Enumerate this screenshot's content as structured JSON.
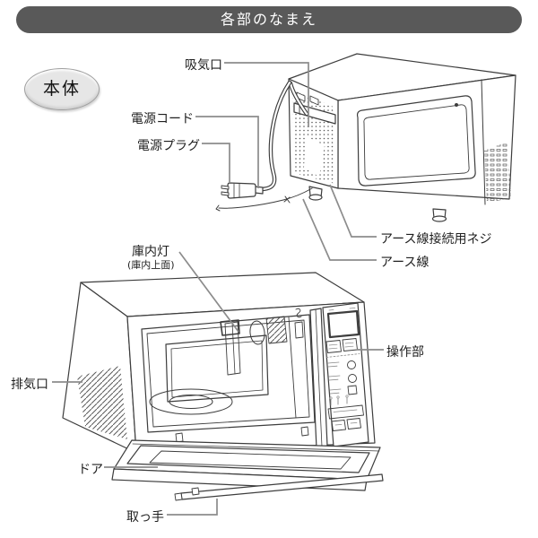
{
  "title": "各部のなまえ",
  "badge": {
    "label": "本体"
  },
  "callouts": {
    "intake": "吸気口",
    "power_cord": "電源コード",
    "power_plug": "電源プラグ",
    "earth_screw": "アース線接続用ネジ",
    "earth_wire": "アース線",
    "interior_lamp": "庫内灯",
    "interior_lamp_note": "(庫内上面)",
    "exhaust": "排気口",
    "control_panel": "操作部",
    "door": "ドア",
    "handle": "取っ手"
  },
  "colors": {
    "title_bar_bg": "#595959",
    "title_text": "#ffffff",
    "label_text": "#1f1f1f",
    "line_art": "#3d3d3d",
    "leader_line": "#8c8c8c",
    "badge_fill": "#e6e6e6"
  }
}
